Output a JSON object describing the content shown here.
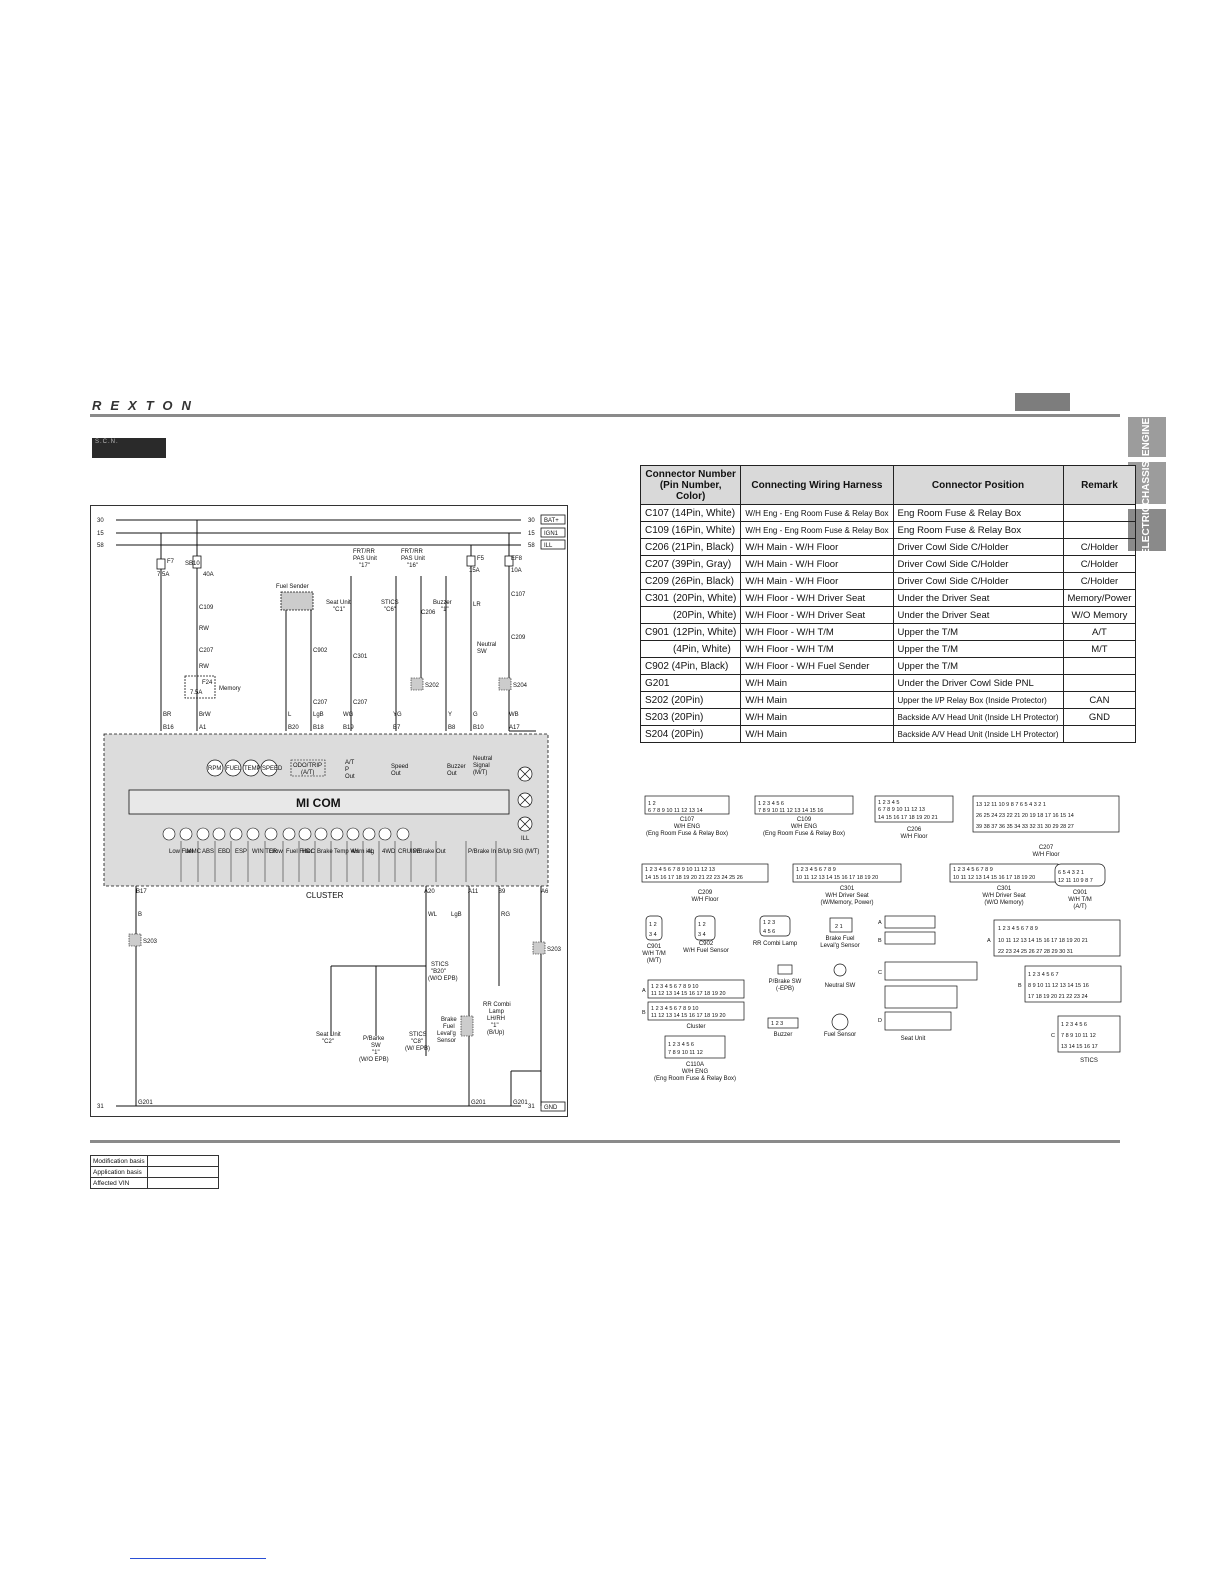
{
  "header": {
    "logo": "REXTON"
  },
  "side_tabs": [
    "ENGINE",
    "CHASSIS",
    "ELECTRIC"
  ],
  "diagram": {
    "power_lines": [
      {
        "num": "30",
        "label": "BAT+"
      },
      {
        "num": "15",
        "label": "IGN1"
      },
      {
        "num": "58",
        "label": "ILL"
      }
    ],
    "ground_label": "GND",
    "ground_num": "31",
    "fuses": {
      "f7": "F7",
      "f7_amp": "7.5A",
      "sb10": "SB10",
      "sb10_amp": "40A",
      "f5": "F5",
      "f5_amp": "15A",
      "ef8": "EF8",
      "ef8_amp": "10A",
      "f24": "F24",
      "f24_amp": "7.5A",
      "memory": "Memory"
    },
    "components": {
      "fuel_sender": "Fuel Sender",
      "seat_unit": "Seat Unit",
      "seat_unit_c1": "\"C1\"",
      "frt_pas_17": "FRT/RR",
      "frt_pas_17b": "PAS Unit",
      "frt_pas_17c": "\"17\"",
      "frt_pas_16": "FRT/RR",
      "frt_pas_16b": "PAS Unit",
      "frt_pas_16c": "\"16\"",
      "stics": "STICS",
      "stics_c6": "\"C6\"",
      "buzzer": "Buzzer",
      "buzzer_1": "\"1\"",
      "neutral_sw": "Neutral",
      "neutral_sw2": "SW",
      "mi_com": "MI COM",
      "cluster": "CLUSTER",
      "odo_trip": "ODO/TRIP",
      "odo_at": "(A/T)",
      "at_p_out": "A/T",
      "at_p_out2": "P",
      "at_p_out3": "Out",
      "speed_out": "Speed",
      "speed_out2": "Out",
      "buzzer_out": "Buzzer",
      "buzzer_out2": "Out",
      "neutral_signal": "Neutral",
      "neutral_signal2": "Signal",
      "neutral_signal3": "(M/T)",
      "ill": "ILL",
      "stics_b20": "STICS",
      "stics_b20b": "\"B20\"",
      "stics_b20c": "(W/O EPB)",
      "seat_unit_c2": "Seat Unit",
      "seat_unit_c2b": "\"C2\"",
      "p_barke_sw": "P/Barke",
      "p_barke_sw2": "SW",
      "p_barke_sw3": "\"1\"",
      "p_barke_sw4": "(W/O EPB)",
      "stics_c8": "STICS",
      "stics_c8b": "\"C8\"",
      "stics_c8c": "(W/ EPB)",
      "brake_fluid": "Brake",
      "brake_fluid2": "Fuel",
      "brake_fluid3": "Leval'g",
      "brake_fluid4": "Sensor",
      "rr_combi": "RR Combi",
      "rr_combi2": "Lamp",
      "rr_combi3": "LH/RH",
      "rr_combi4": "\"1\"",
      "rr_combi5": "(B/Up)"
    },
    "gauges": [
      "RPM",
      "FUEL",
      "TEMP",
      "SPEED"
    ],
    "indicators": [
      "Low Fuel",
      "IMMC",
      "ABS",
      "EBD",
      "ESP",
      "WIN TER",
      "Glow",
      "Fuel Filter",
      "HDC",
      "Brake",
      "Temp Warn ing",
      "4H",
      "4L",
      "4WD",
      "CRUISE",
      "P/Brake Out",
      "P/Brake In",
      "B/Up SIG (M/T)"
    ],
    "splices": [
      "S202",
      "S203",
      "S204",
      "S203"
    ],
    "connectors_labels": [
      "C109",
      "C207",
      "C902",
      "C301",
      "C206",
      "C107",
      "C209",
      "G201"
    ],
    "pins_top": [
      "B16",
      "A1",
      "B20",
      "B18",
      "B19",
      "B7",
      "B8",
      "B10",
      "A17"
    ],
    "pins_bottom": [
      "B17",
      "A20",
      "A11",
      "B9",
      "A6"
    ],
    "wires": [
      "BR",
      "RW",
      "RW",
      "BrW",
      "L",
      "LgB",
      "WG",
      "YG",
      "Y",
      "G",
      "WB",
      "LR",
      "B",
      "WL",
      "LgB",
      "RG"
    ]
  },
  "connector_table": {
    "headers": [
      "Connector Number (Pin Number, Color)",
      "Connecting Wiring Harness",
      "Connector Position",
      "Remark"
    ],
    "rows": [
      {
        "num": "C107 (14Pin, White)",
        "harness": "W/H Eng - Eng Room Fuse & Relay Box",
        "position": "Eng Room Fuse & Relay Box",
        "remark": ""
      },
      {
        "num": "C109 (16Pin, White)",
        "harness": "W/H Eng - Eng Room Fuse & Relay Box",
        "position": "Eng Room Fuse & Relay Box",
        "remark": ""
      },
      {
        "num": "C206 (21Pin, Black)",
        "harness": "W/H Main - W/H Floor",
        "position": "Driver Cowl Side C/Holder",
        "remark": "C/Holder"
      },
      {
        "num": "C207 (39Pin, Gray)",
        "harness": "W/H Main - W/H Floor",
        "position": "Driver Cowl Side C/Holder",
        "remark": "C/Holder"
      },
      {
        "num": "C209 (26Pin, Black)",
        "harness": "W/H Main - W/H Floor",
        "position": "Driver Cowl Side C/Holder",
        "remark": "C/Holder"
      },
      {
        "num": "C301",
        "sub": "(20Pin, White)",
        "harness": "W/H Floor - W/H Driver Seat",
        "position": "Under the Driver Seat",
        "remark": "Memory/Power"
      },
      {
        "sub": "(20Pin, White)",
        "harness": "W/H Floor - W/H Driver Seat",
        "position": "Under the Driver Seat",
        "remark": "W/O Memory"
      },
      {
        "num": "C901",
        "sub": "(12Pin, White)",
        "harness": "W/H Floor - W/H T/M",
        "position": "Upper the T/M",
        "remark": "A/T"
      },
      {
        "sub": "(4Pin, White)",
        "harness": "W/H Floor - W/H T/M",
        "position": "Upper the T/M",
        "remark": "M/T"
      },
      {
        "num": "C902 (4Pin, Black)",
        "harness": "W/H Floor - W/H Fuel Sender",
        "position": "Upper the T/M",
        "remark": ""
      },
      {
        "num": "G201",
        "harness": "W/H Main",
        "position": "Under the Driver Cowl Side PNL",
        "remark": ""
      },
      {
        "num": "S202 (20Pin)",
        "harness": "W/H Main",
        "position": "Upper the I/P Relay Box (Inside Protector)",
        "remark": "CAN"
      },
      {
        "num": "S203 (20Pin)",
        "harness": "W/H Main",
        "position": "Backside A/V Head Unit (Inside LH Protector)",
        "remark": "GND"
      },
      {
        "num": "S204 (20Pin)",
        "harness": "W/H Main",
        "position": "Backside A/V Head Unit (Inside LH Protector)",
        "remark": ""
      }
    ]
  },
  "connector_drawings": {
    "c107": [
      "C107",
      "W/H ENG",
      "(Eng Room Fuse & Relay Box)"
    ],
    "c109": [
      "C109",
      "W/H ENG",
      "(Eng Room Fuse & Relay Box)"
    ],
    "c206": [
      "C206",
      "W/H Floor"
    ],
    "c207": [
      "C207",
      "W/H Floor"
    ],
    "c209": [
      "C209",
      "W/H Floor"
    ],
    "c301a": [
      "C301",
      "W/H Driver Seat",
      "(W/Memory, Power)"
    ],
    "c301b": [
      "C301",
      "W/H Driver Seat",
      "(W/O Memory)"
    ],
    "c901a": [
      "C901",
      "W/H T/M",
      "(A/T)"
    ],
    "c901b": [
      "C901",
      "W/H T/M",
      "(M/T)"
    ],
    "c902": [
      "C902",
      "W/H Fuel Sensor"
    ],
    "rr_combi": [
      "RR Combi Lamp"
    ],
    "brake_fuel": [
      "Brake Fuel",
      "Leval'g Sensor"
    ],
    "p_brake": [
      "P/Brake SW",
      "(-EPB)"
    ],
    "neutral": [
      "Neutral SW"
    ],
    "cluster": [
      "Cluster"
    ],
    "buzzer": [
      "Buzzer"
    ],
    "fuel_sensor": [
      "Fuel Sensor"
    ],
    "seat_unit": [
      "Seat Unit"
    ],
    "stics": [
      "STICS"
    ],
    "c110a": [
      "C110A",
      "W/H ENG",
      "(Eng Room Fuse & Relay Box)"
    ]
  },
  "footer": {
    "rows": [
      "Modification basis",
      "Application basis",
      "Affected VIN"
    ]
  }
}
